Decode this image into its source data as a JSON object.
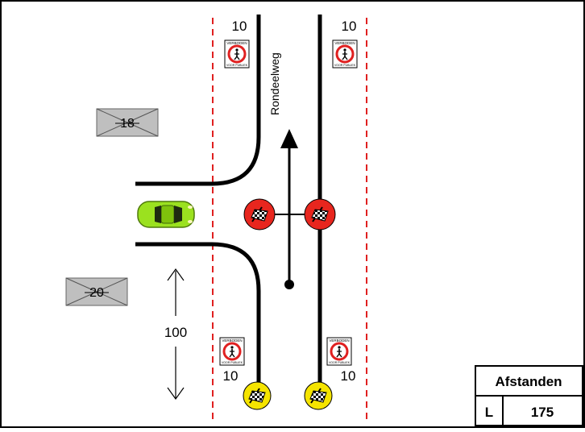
{
  "road": {
    "name": "Rondeelweg"
  },
  "distances_top": {
    "left": "10",
    "right": "10"
  },
  "distances_bottom": {
    "left": "10",
    "right": "10"
  },
  "measurement": {
    "value": "100"
  },
  "houses": [
    {
      "number": "18"
    },
    {
      "number": "20"
    }
  ],
  "sign": {
    "line1": "VERBODEN",
    "line2": "VOOR PUBLIEK"
  },
  "table": {
    "title": "Afstanden",
    "label": "L",
    "value": "175"
  },
  "colors": {
    "dashed_line": "#e02020",
    "road": "#000000",
    "flag_red": "#e8261e",
    "flag_yellow": "#f5e400",
    "car": "#9be11f",
    "house": "#bfbfbf"
  }
}
